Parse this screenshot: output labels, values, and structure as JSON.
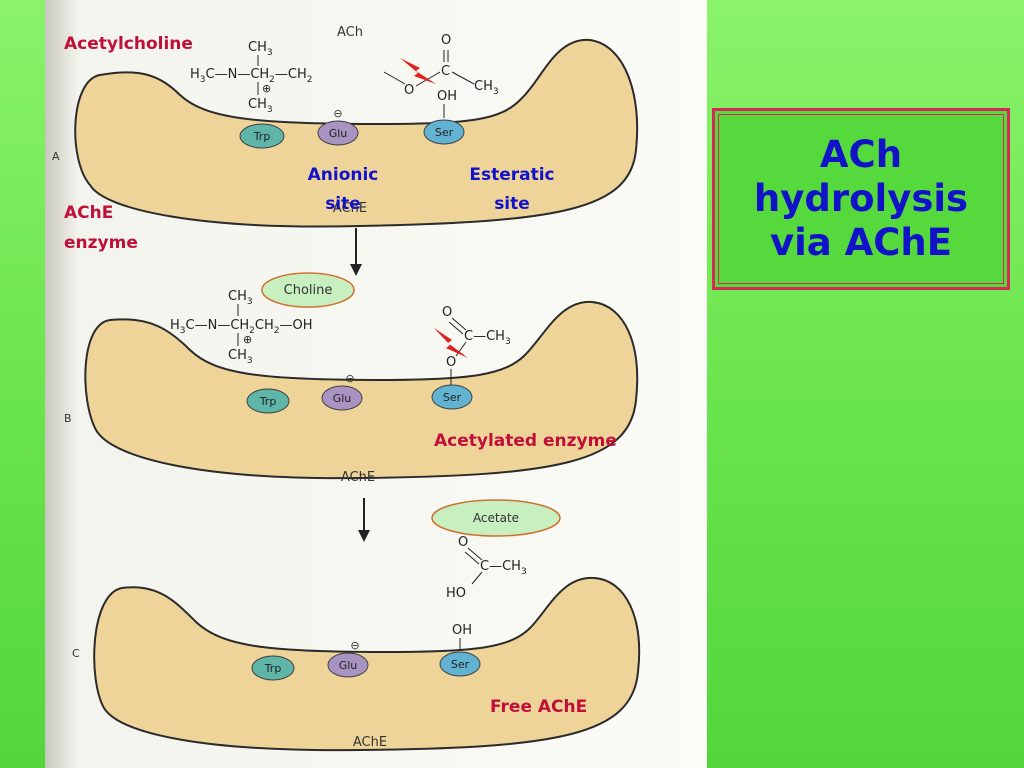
{
  "title": {
    "lines": [
      "ACh",
      "hydrolysis",
      "via AChE"
    ]
  },
  "annotations": {
    "acetylcholine": "Acetylcholine",
    "ache_enzyme": [
      "AChE",
      "enzyme"
    ],
    "anionic_site": [
      "Anionic",
      "site"
    ],
    "esteratic_site": [
      "Esteratic",
      "site"
    ],
    "acetylated_enzyme": "Acetylated enzyme",
    "free_ache": "Free AChE"
  },
  "panels": {
    "a": {
      "label": "A",
      "enzyme_label": "AChE",
      "molecule_label": "ACh",
      "residues": [
        "Trp",
        "Glu",
        "Ser"
      ],
      "formula": {
        "ch3_top": "CH",
        "h3c": "H",
        "c_n": "C—N—CH",
        "ch2": "—CH",
        "o_ester": "O",
        "o_carbonyl": "O",
        "c": "C",
        "ch3_right": "CH",
        "oh": "OH",
        "ch3_bottom": "CH",
        "charge": "⊕"
      }
    },
    "b": {
      "label": "B",
      "enzyme_label": "AChE",
      "product": "Choline",
      "residues": [
        "Trp",
        "Glu",
        "Ser"
      ],
      "formula": {
        "ch3_top": "CH",
        "h3c": "H",
        "chain": "C—N—CH",
        "ch2ch2": "CH",
        "oh_end": "—OH",
        "ch3_bottom": "CH",
        "charge": "⊕",
        "o_carbonyl": "O",
        "c": "C—CH",
        "o_ser": "O"
      }
    },
    "c": {
      "label": "C",
      "enzyme_label": "AChE",
      "product": "Acetate",
      "residues": [
        "Trp",
        "Glu",
        "Ser"
      ],
      "formula": {
        "o_carbonyl": "O",
        "c": "C—CH",
        "ho": "HO",
        "oh": "OH"
      }
    }
  },
  "minus": "⊖",
  "sub3": "3",
  "sub2": "2",
  "colors": {
    "background": "#6ee650",
    "enzyme_fill": "#efd49a",
    "enzyme_stroke": "#2b2b2b",
    "trp": "#5fb6a8",
    "glu": "#a893c2",
    "ser": "#62b3d2",
    "annotation_red": "#c0103a",
    "annotation_blue": "#1212c8",
    "title_blue": "#1212c8",
    "title_border": "#d8285a",
    "lightning": "#e02020",
    "oval_fill": "#c8efc0",
    "oval_stroke": "#d07030"
  }
}
